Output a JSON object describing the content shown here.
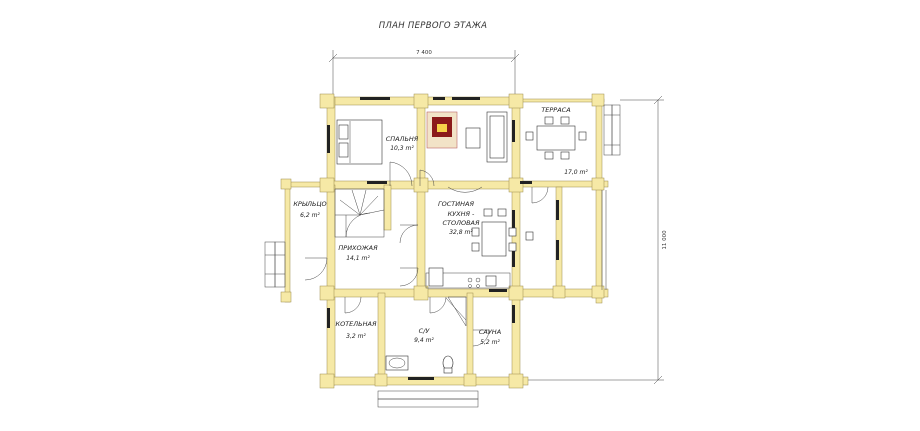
{
  "title": "ПЛАН ПЕРВОГО ЭТАЖА",
  "dimensions": {
    "width": "7 400",
    "height": "11 000"
  },
  "rooms": {
    "bedroom": {
      "name": "СПАЛЬНЯ",
      "area": "10,3 m²"
    },
    "terrace": {
      "name": "ТЕРРАСА",
      "area": "17,0 m²"
    },
    "porch": {
      "name": "КРЫЛЬЦО",
      "area": "6,2 m²"
    },
    "living": {
      "name": "ГОСТИНАЯ"
    },
    "kitchen": {
      "name": "КУХНЯ -",
      "name2": "СТОЛОВАЯ",
      "area": "32,8 m²"
    },
    "hall": {
      "name": "ПРИХОЖАЯ",
      "area": "14,1 m²"
    },
    "boiler": {
      "name": "КОТЕЛЬНАЯ",
      "area": "3,2 m²"
    },
    "wc": {
      "name": "С/У",
      "area": "9,4 m²"
    },
    "sauna": {
      "name": "САУНА",
      "area": "5,2 m²"
    }
  }
}
